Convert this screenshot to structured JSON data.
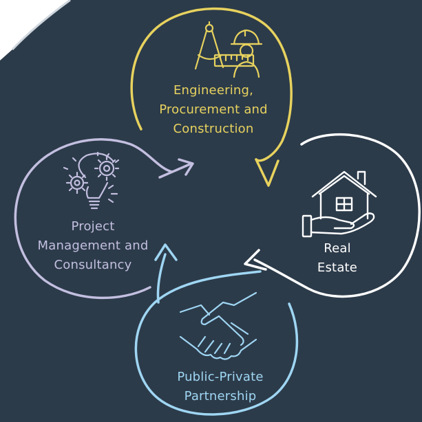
{
  "colors": {
    "background": "#2c3b4a",
    "epc": "#e7d25e",
    "pmc": "#c3bfe0",
    "real_estate": "#ffffff",
    "ppp": "#9fd6f3"
  },
  "nodes": {
    "epc": {
      "label_lines": [
        "Engineering,",
        "Procurement and",
        "Construction"
      ],
      "icon": "engineer-compass-icon"
    },
    "pmc": {
      "label_lines": [
        "Project",
        "Management and",
        "Consultancy"
      ],
      "icon": "gears-lightbulb-icon"
    },
    "real_estate": {
      "label_lines": [
        "Real",
        "Estate"
      ],
      "icon": "house-hand-icon"
    },
    "ppp": {
      "label_lines": [
        "Public-Private",
        "Partnership"
      ],
      "icon": "handshake-icon"
    }
  }
}
